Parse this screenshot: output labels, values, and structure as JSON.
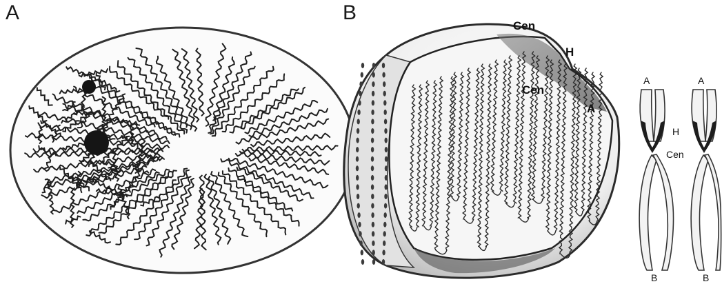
{
  "panels": {
    "a": {
      "letter": "A"
    },
    "b": {
      "letter": "B"
    }
  },
  "nucleus_labels": {
    "cen_top": "Cen",
    "h": "H",
    "cen_mid": "Cen",
    "a": "A"
  },
  "chromosome_labels": {
    "left_top": "A",
    "right_top": "A",
    "h": "H",
    "cen": "Cen",
    "left_bottom": "B",
    "right_bottom": "B"
  },
  "colors": {
    "ink": "#1a1a1a",
    "nucleus_fill": "#fafafa",
    "shadow": "#3a3a3a"
  }
}
